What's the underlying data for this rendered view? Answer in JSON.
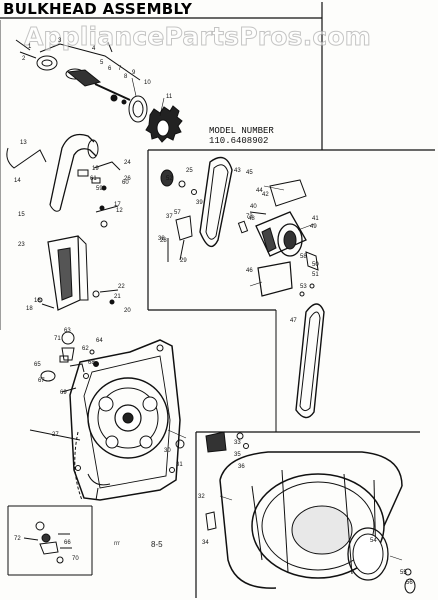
{
  "title": "BULKHEAD ASSEMBLY",
  "watermark": "AppliancePartsPros.com",
  "model": {
    "label": "MODEL NUMBER",
    "number": "110.6408902"
  },
  "page_code": "8-5",
  "page_mark": "rrr",
  "part_labels": [
    "1",
    "2",
    "3",
    "4",
    "5",
    "6",
    "7",
    "8",
    "9",
    "10",
    "11",
    "12",
    "13",
    "14",
    "15",
    "16",
    "17",
    "18",
    "19",
    "20",
    "21",
    "22",
    "23",
    "24",
    "25",
    "26",
    "27",
    "28",
    "29",
    "30",
    "31",
    "32",
    "33",
    "34",
    "35",
    "36",
    "37",
    "38",
    "39",
    "40",
    "41",
    "42",
    "43",
    "44",
    "45",
    "46",
    "47",
    "48",
    "49",
    "50",
    "51",
    "52",
    "53",
    "54",
    "55",
    "56",
    "57",
    "58",
    "59",
    "60",
    "61",
    "62",
    "63",
    "64",
    "65",
    "66",
    "67",
    "68",
    "69",
    "70",
    "71",
    "72",
    "73"
  ]
}
